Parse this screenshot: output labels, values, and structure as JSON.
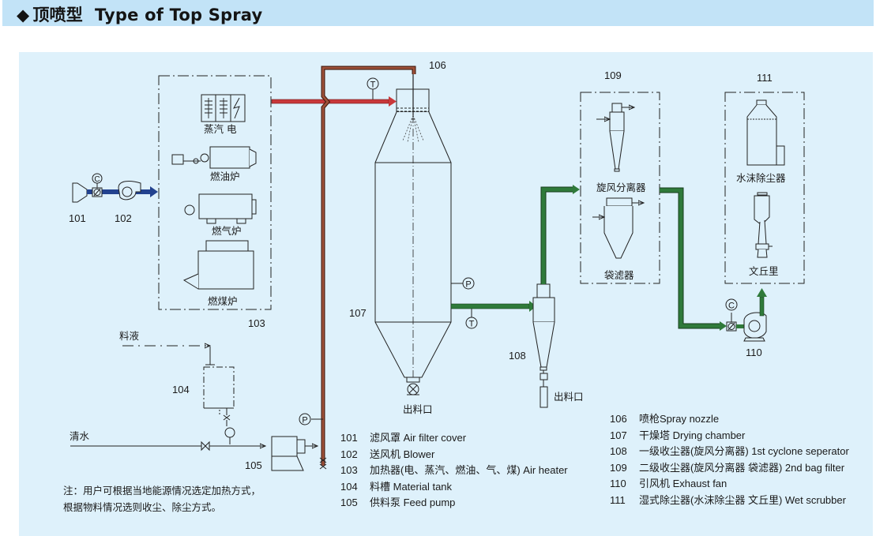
{
  "header": {
    "marker_icon": "diamond-icon",
    "title_cn": "顶喷型",
    "title_en": "Type of Top Spray"
  },
  "colors": {
    "header_band": "#c2e3f7",
    "panel_bg": "#def1fb",
    "hot_air_pipe": "#c9383a",
    "feed_pipe": "#8b3a24",
    "inlet_air_pipe": "#22428f",
    "exhaust_pipe": "#2f7a3a"
  },
  "diagram": {
    "labels": {
      "l101": "101",
      "l102": "102",
      "l103": "103",
      "l104": "104",
      "l105": "105",
      "l106": "106",
      "l107": "107",
      "l108": "108",
      "l109": "109",
      "l110": "110",
      "l111": "111"
    },
    "heater_options": {
      "steam_electric": "蒸汽 电",
      "oil_furnace": "燃油炉",
      "gas_furnace": "燃气炉",
      "coal_furnace": "燃煤炉"
    },
    "feed_liquid": "料液",
    "clean_water": "清水",
    "outlet_chamber": "出料口",
    "outlet_cyclone": "出料口",
    "cyclone_separator": "旋风分离器",
    "bag_filter": "袋滤器",
    "water_film_scrubber": "水沫除尘器",
    "venturi": "文丘里",
    "instrument_T": "T",
    "instrument_P": "P",
    "instrument_C": "C"
  },
  "legend_left": [
    {
      "num": "101",
      "text": "滤风罩 Air filter cover"
    },
    {
      "num": "102",
      "text": "送风机 Blower"
    },
    {
      "num": "103",
      "text": "加热器(电、蒸汽、燃油、气、煤) Air heater"
    },
    {
      "num": "104",
      "text": "料槽 Material tank"
    },
    {
      "num": "105",
      "text": "供料泵 Feed pump"
    }
  ],
  "legend_right": [
    {
      "num": "106",
      "text": "喷枪Spray nozzle"
    },
    {
      "num": "107",
      "text": "干燥塔 Drying chamber"
    },
    {
      "num": "108",
      "text": "一级收尘器(旋风分离器) 1st cyclone seperator"
    },
    {
      "num": "109",
      "text": "二级收尘器(旋风分离器 袋滤器) 2nd bag filter"
    },
    {
      "num": "110",
      "text": "引风机 Exhaust fan"
    },
    {
      "num": "111",
      "text": "湿式除尘器(水沫除尘器 文丘里) Wet scrubber"
    }
  ],
  "note": "注：用户可根据当地能源情况选定加热方式，根据物料情况选则收尘、除尘方式。"
}
